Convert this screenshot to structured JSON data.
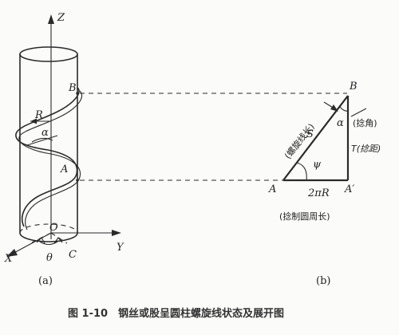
{
  "labels": {
    "z": "Z",
    "b_left": "B",
    "r": "R",
    "alpha_left": "α",
    "a_left": "A",
    "o": "O",
    "x": "X",
    "theta": "θ",
    "c": "C",
    "y": "Y",
    "panel_a": "(a)",
    "b_right": "B",
    "alpha_right": "α",
    "lay_angle": "(捻角)",
    "s": "S",
    "psi": "ψ",
    "helix_length": "(螺旋线长)",
    "t_lay": "T(捻距)",
    "a_right": "A",
    "two_pi_r": "2πR",
    "a_prime": "A′",
    "circumference": "(捻制圆周长)",
    "panel_b": "(b)"
  },
  "caption": "图 1-10　钢丝或股呈圆柱螺旋线状态及展开图"
}
